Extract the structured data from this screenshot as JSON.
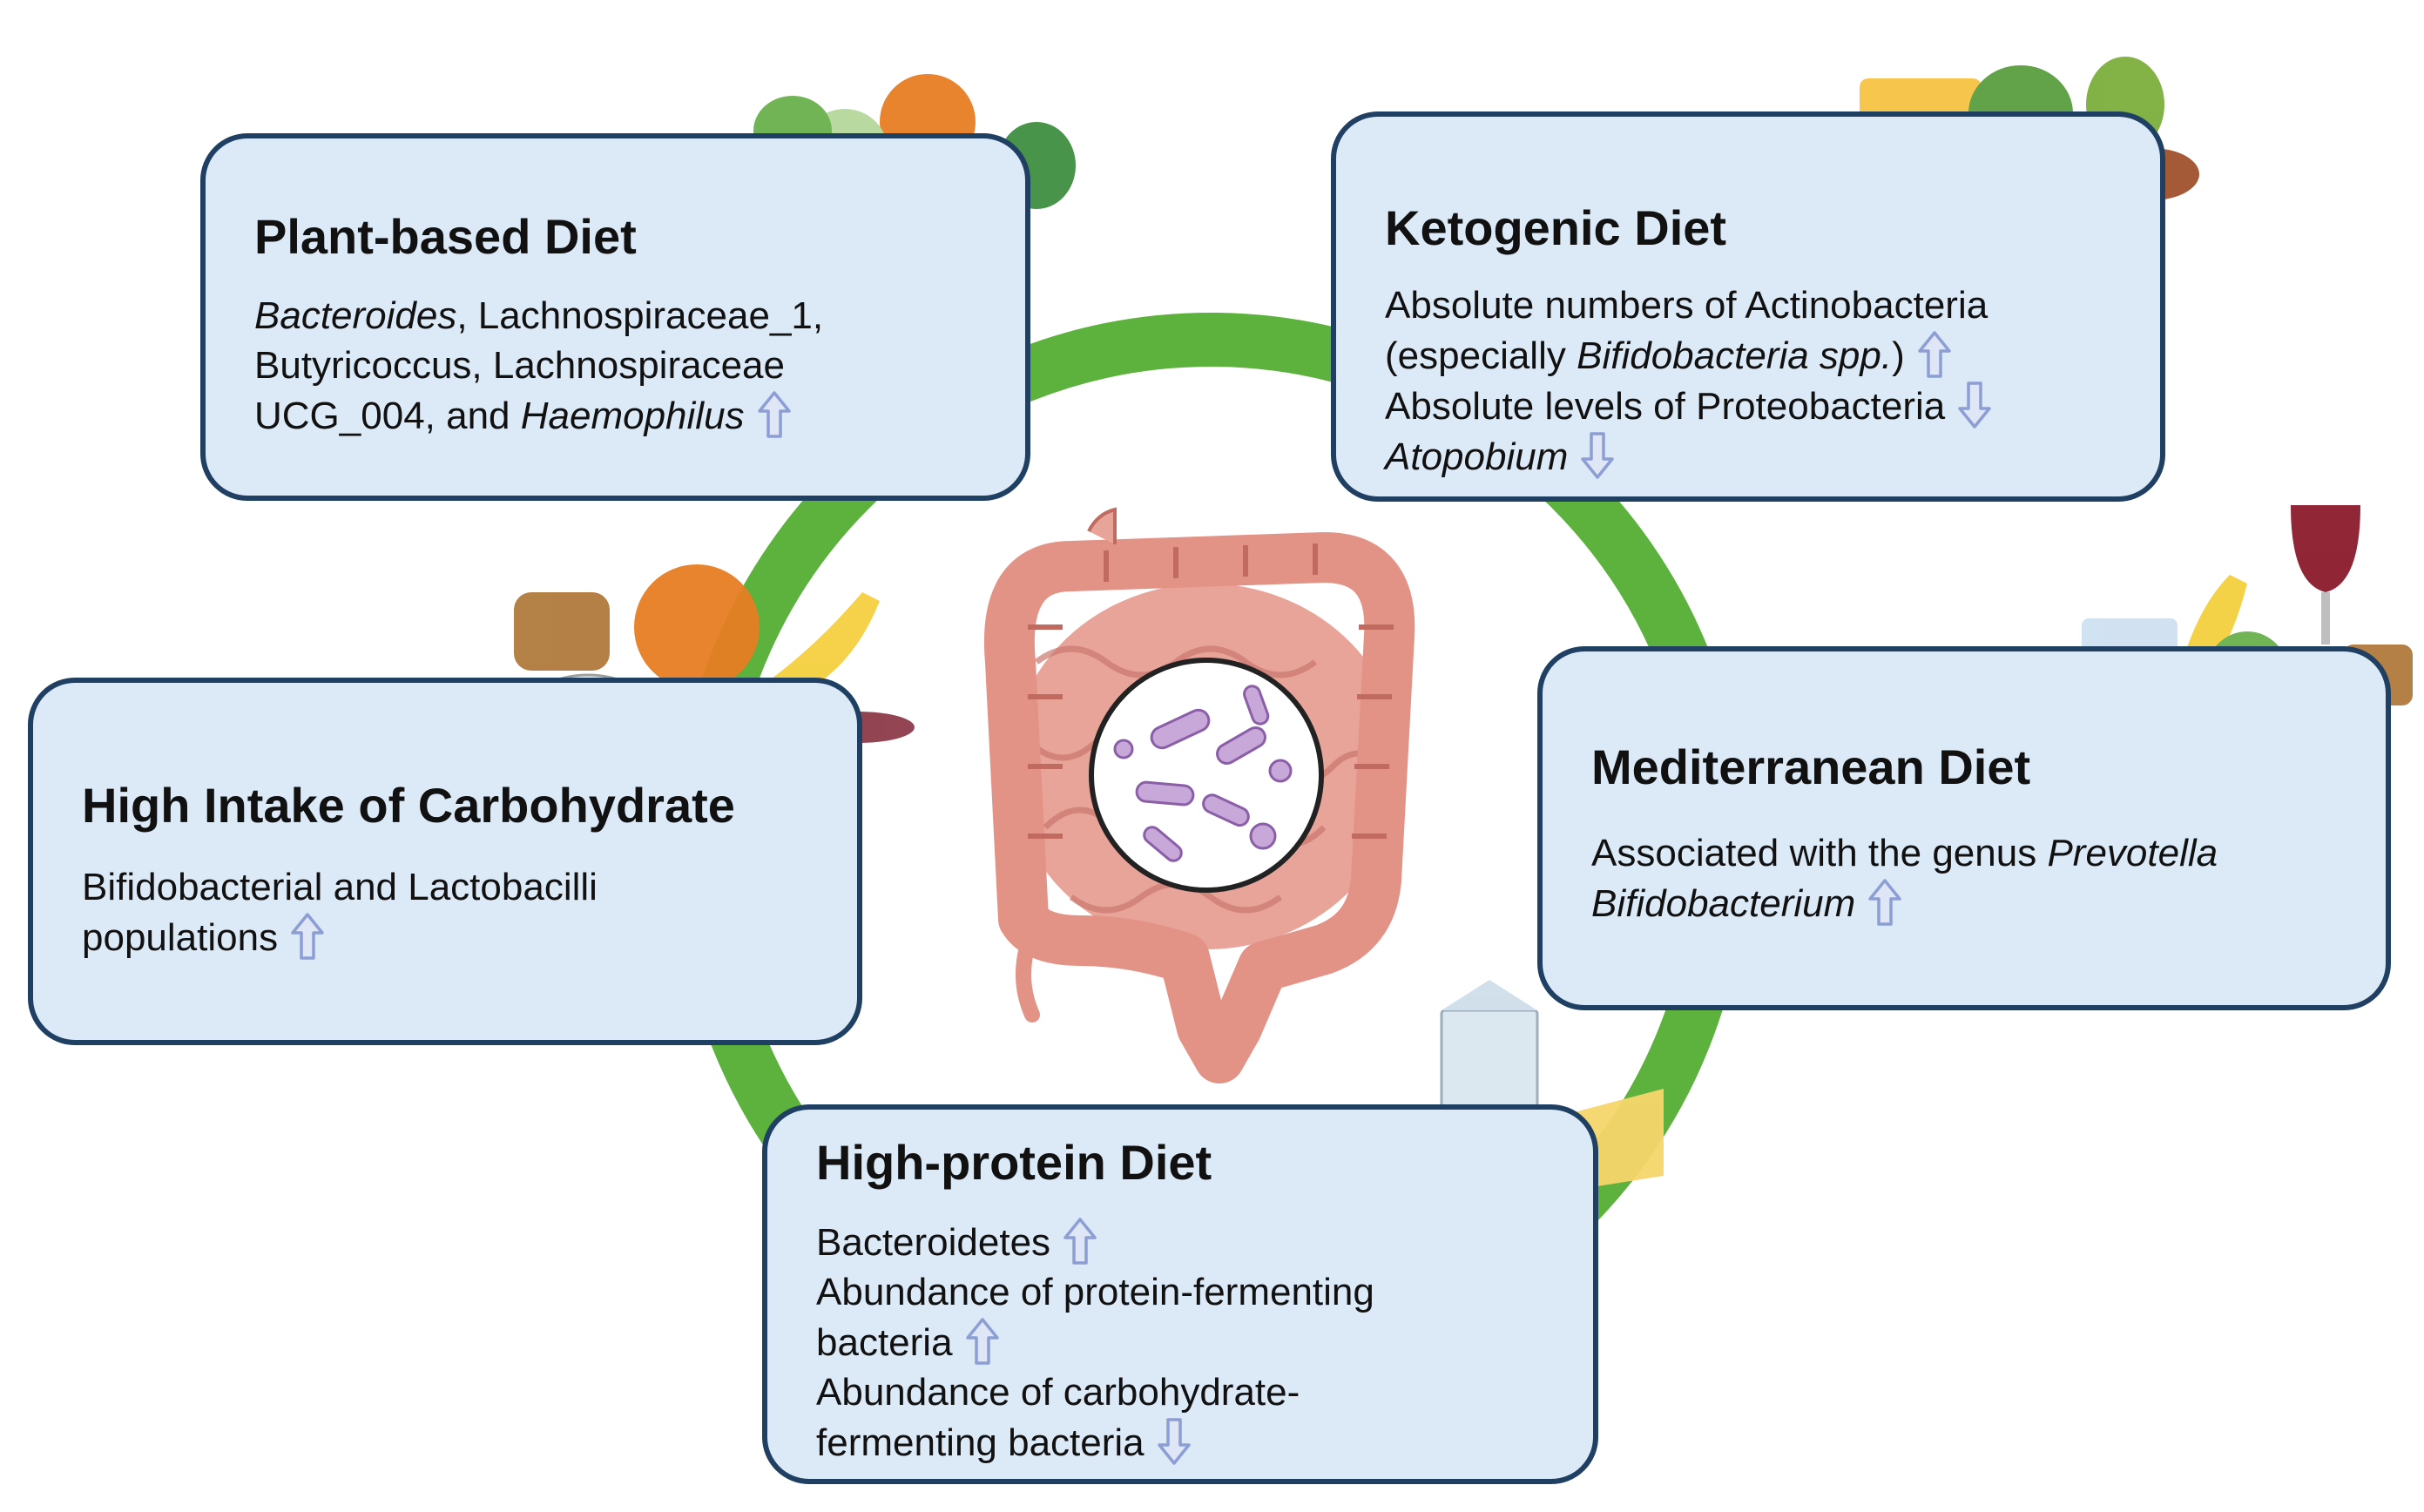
{
  "diets": {
    "plant": {
      "title": "Plant-based Diet",
      "l1a": "Bacteroides",
      "l1b": ", Lachnospiraceae_1,",
      "l2": "Butyricoccus, Lachnospiraceae",
      "l3a": "UCG_004, and ",
      "l3b": "Haemophilus"
    },
    "keto": {
      "title": "Ketogenic Diet",
      "l1": "Absolute numbers of Actinobacteria",
      "l2a": "(especially ",
      "l2b": "Bifidobacteria spp.",
      "l2c": ")",
      "l3": "Absolute levels of Proteobacteria",
      "l4": "Atopobium"
    },
    "carb": {
      "title": "High Intake of Carbohydrate",
      "l1": "Bifidobacterial and Lactobacilli",
      "l2": "populations"
    },
    "med": {
      "title": "Mediterranean Diet",
      "l1a": "Associated with the genus ",
      "l1b": "Prevotella",
      "l2": "Bifidobacterium"
    },
    "protein": {
      "title": "High-protein Diet",
      "l1": "Bacteroidetes",
      "l2": "Abundance of protein-fermenting",
      "l3": "bacteria",
      "l4": "Abundance of carbohydrate-",
      "l5": "fermenting bacteria"
    }
  },
  "colors": {
    "box_fill": "#dce9f7",
    "box_border": "#1f3f63",
    "ring": "#5cb23d",
    "arrow_fill": "#dfe7f7",
    "arrow_stroke": "#8c9ed4",
    "intestine": "#e9a49a"
  },
  "icons": {
    "increase": "up-arrow-icon",
    "decrease": "down-arrow-icon",
    "center": "intestine-with-bacteria-illustration"
  }
}
